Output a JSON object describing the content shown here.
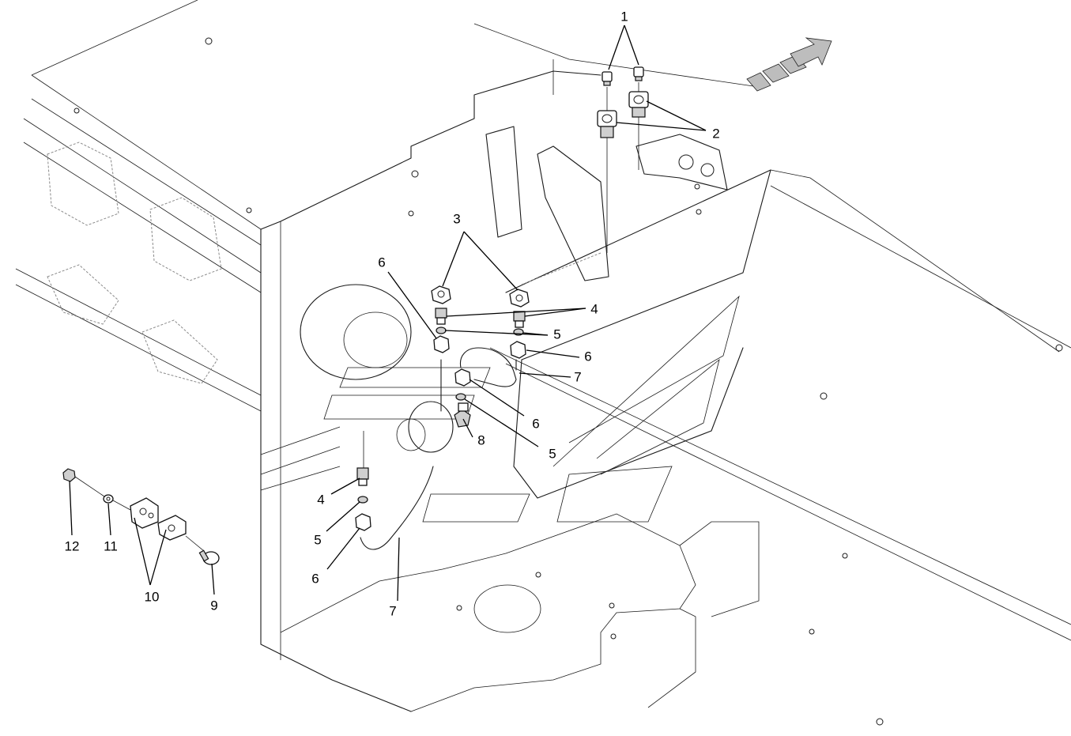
{
  "callouts": [
    {
      "id": "callout-1-top",
      "label": "1"
    },
    {
      "id": "callout-2",
      "label": "2"
    },
    {
      "id": "callout-3",
      "label": "3"
    },
    {
      "id": "callout-4-right",
      "label": "4"
    },
    {
      "id": "callout-5-right",
      "label": "5"
    },
    {
      "id": "callout-6-upper-left",
      "label": "6"
    },
    {
      "id": "callout-6-right",
      "label": "6"
    },
    {
      "id": "callout-7-right",
      "label": "7"
    },
    {
      "id": "callout-6-mid",
      "label": "6"
    },
    {
      "id": "callout-8",
      "label": "8"
    },
    {
      "id": "callout-5-mid",
      "label": "5"
    },
    {
      "id": "callout-4-left",
      "label": "4"
    },
    {
      "id": "callout-5-left",
      "label": "5"
    },
    {
      "id": "callout-6-left",
      "label": "6"
    },
    {
      "id": "callout-7-bottom",
      "label": "7"
    },
    {
      "id": "callout-12",
      "label": "12"
    },
    {
      "id": "callout-11",
      "label": "11"
    },
    {
      "id": "callout-10",
      "label": "10"
    },
    {
      "id": "callout-9",
      "label": "9"
    }
  ],
  "direction_arrow": {
    "icon": "travel-direction-arrow-icon"
  }
}
